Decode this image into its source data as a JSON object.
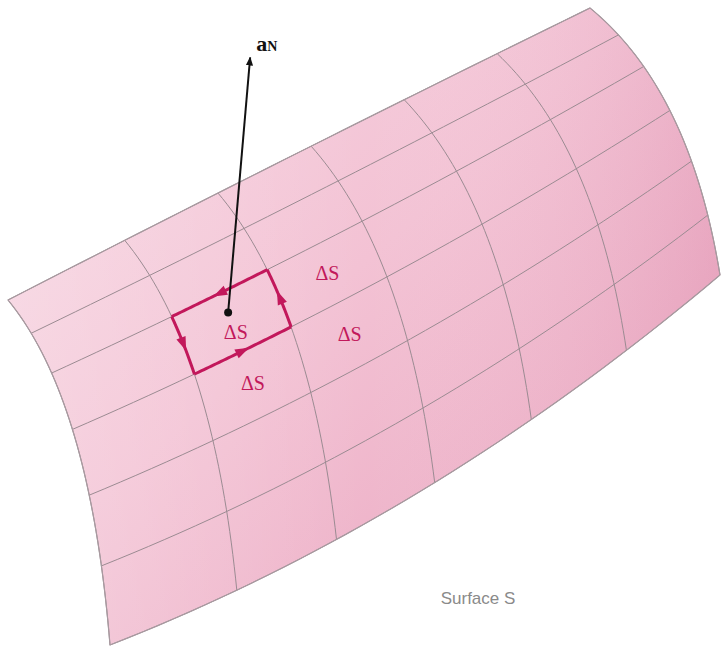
{
  "diagram": {
    "labels": [
      "aN",
      "ΔS",
      "ΔS",
      "ΔS",
      "ΔS",
      "Surface S"
    ]
  }
}
